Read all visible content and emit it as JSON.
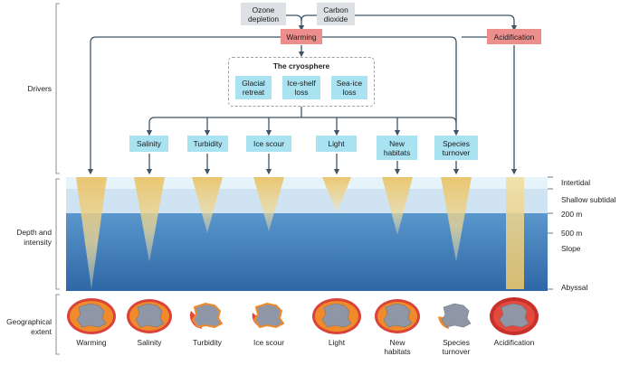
{
  "drivers": {
    "ozone": "Ozone\ndepletion",
    "carbon": "Carbon\ndioxide",
    "warming": "Warming",
    "acidification": "Acidification",
    "cryosphere_title": "The cryosphere",
    "glacial": "Glacial\nretreat",
    "iceshelf": "Ice-shelf\nloss",
    "seaice": "Sea-ice\nloss"
  },
  "effects": [
    "Salinity",
    "Turbidity",
    "Ice scour",
    "Light",
    "New\nhabitats",
    "Species\nturnover"
  ],
  "side_labels": {
    "drivers": "Drivers",
    "depth": "Depth and\nintensity",
    "geo": "Geographical\nextent"
  },
  "depth_labels": [
    "Intertidal",
    "Shallow subtidal",
    "200 m",
    "500 m",
    "Slope",
    "Abyssal"
  ],
  "geo_labels": [
    "Warming",
    "Salinity",
    "Turbidity",
    "Ice scour",
    "Light",
    "New\nhabitats",
    "Species\nturnover",
    "Acidification"
  ],
  "colors": {
    "grey_box": "#dde0e4",
    "red_box": "#ec8f8c",
    "cyan_box": "#a9e3f2",
    "arrow": "#3d5566",
    "intertidal": "#e6f3fb",
    "shallow": "#cde3f2",
    "deep_top": "#4e8dc4",
    "deep_bottom": "#2f6aa8",
    "cone": "#f2d27a",
    "disc_red": "#d9433a",
    "disc_orange": "#f08a2a",
    "antarctica": "#8f97a6"
  }
}
